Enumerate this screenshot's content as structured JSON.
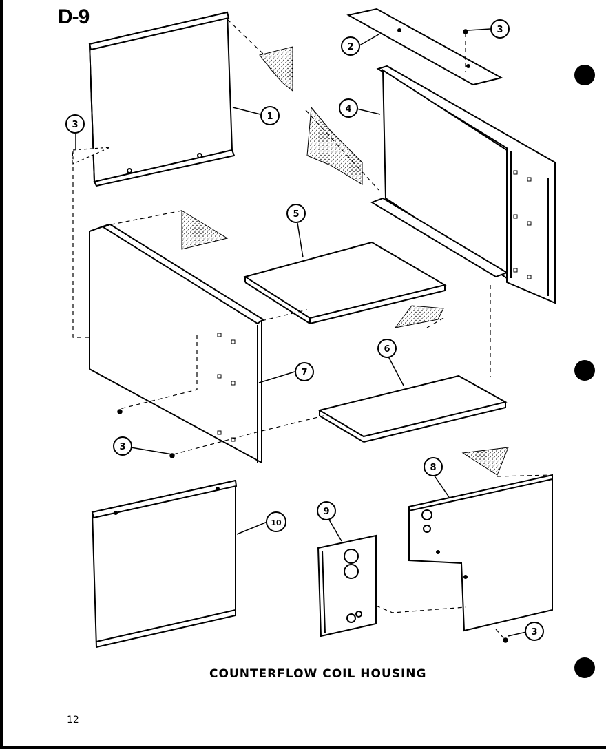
{
  "page_id": "D-9",
  "caption": "COUNTERFLOW COIL HOUSING",
  "page_number": "12",
  "callouts": [
    "1",
    "2",
    "3",
    "4",
    "5",
    "6",
    "7",
    "8",
    "9",
    "10"
  ]
}
